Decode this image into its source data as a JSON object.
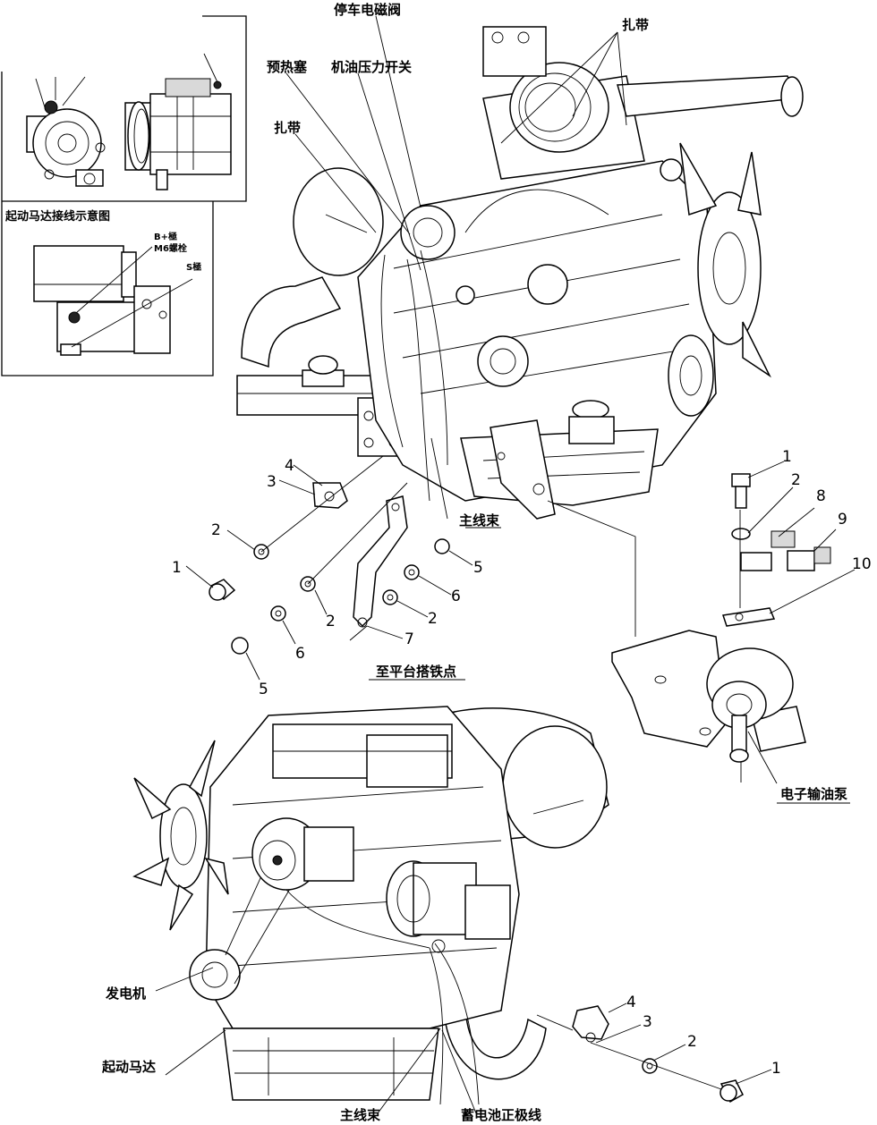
{
  "labels": {
    "solenoid": "停车电磁阀",
    "cable_tie_top": "扎带",
    "glow_plug": "预热塞",
    "oil_pressure_switch": "机油压力开关",
    "cable_tie_left": "扎带",
    "main_harness_top": "主线束",
    "ground_point": "至平台搭铁点",
    "fuel_pump": "电子输油泵",
    "alternator": "发电机",
    "starter": "起动马达",
    "main_harness_bottom": "主线束",
    "battery_positive": "蓄电池正极线"
  },
  "inset": {
    "title": "起动马达接线示意图",
    "b_terminal": "B+極",
    "b_terminal_sub": "M6螺栓",
    "s_terminal": "S極"
  },
  "callouts": {
    "top_left": [
      "4",
      "3",
      "2",
      "1",
      "2",
      "6",
      "5",
      "5",
      "6",
      "2",
      "7"
    ],
    "right": [
      "1",
      "2",
      "8",
      "9",
      "10"
    ],
    "bottom": [
      "4",
      "3",
      "2",
      "1"
    ]
  }
}
